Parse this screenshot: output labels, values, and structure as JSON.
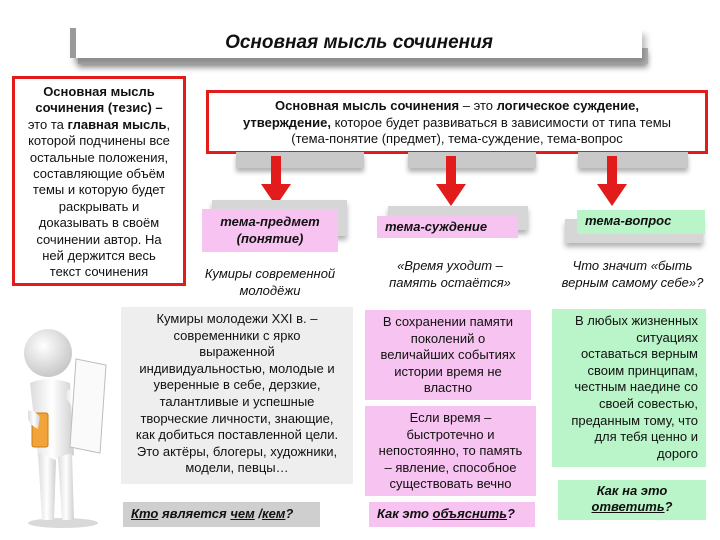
{
  "title": "Основная мысль сочинения",
  "thesis": {
    "lines": [
      {
        "text": "Основная мысль",
        "bold": true
      },
      {
        "text": "сочинения (тезис) –",
        "bold": true
      },
      {
        "pre": "это та ",
        "bold_part": "главная мысль",
        "post": ","
      },
      {
        "text": "которой подчинены все"
      },
      {
        "text": "остальные положения,"
      },
      {
        "text": "составляющие объём"
      },
      {
        "text": "темы и которую будет"
      },
      {
        "text": "раскрывать и"
      },
      {
        "text": "доказывать в своём"
      },
      {
        "text": "сочинении автор. На"
      },
      {
        "text": "ней держится весь"
      },
      {
        "text": "текст сочинения"
      }
    ]
  },
  "definition": {
    "line1_bold_a": "Основная мысль сочинения",
    "line1_normal": " – это ",
    "line1_bold_b": "логическое суждение,",
    "line2_bold": "утверждение,",
    "line2_normal": " которое будет развиваться в зависимости от типа темы",
    "line3": "(тема-понятие (предмет), тема-суждение, тема-вопрос"
  },
  "topics": {
    "subject": {
      "label_line1": "тема-предмет",
      "label_line2": "(понятие)",
      "example_line1": "Кумиры современной",
      "example_line2": "молодёжи"
    },
    "judgment": {
      "label": "тема-суждение",
      "example_line1": "«Время уходит –",
      "example_line2": "память остаётся»"
    },
    "question": {
      "label": "тема-вопрос",
      "example_line1": "Что значит «быть",
      "example_line2": "верным самому себе»?"
    }
  },
  "panels": {
    "idols": [
      "Кумиры молодежи XXI в. –",
      "современники с ярко",
      "выраженной",
      "индивидуальностью, молодые и",
      "уверенные в себе, дерзкие,",
      "талантливые и успешные",
      "творческие личности, знающие,",
      "как добиться поставленной цели.",
      "Это актёры, блогеры, художники,",
      "модели, певцы…"
    ],
    "memory": [
      "В сохранении памяти",
      "поколений о",
      "величайших событиях",
      "истории время не",
      "властно"
    ],
    "time": [
      "Если время –",
      "быстротечно и",
      "непостоянно, то память",
      "– явление, способное",
      "существовать вечно"
    ],
    "loyalty": [
      "В любых жизненных",
      "ситуациях",
      "оставаться верным",
      "своим принципам,",
      "честным наедине со",
      "своей совестью,",
      "преданным тому, что",
      "для тебя ценно и",
      "дорого"
    ]
  },
  "questions": {
    "who": {
      "w1": "Кто",
      "mid": " является ",
      "w2": "чем",
      "mid2": " /",
      "w3": "кем",
      "end": "?"
    },
    "how_explain": {
      "pre": "Как это ",
      "u": "объяснить",
      "end": "?"
    },
    "how_answer": {
      "line1": "Как на это",
      "u": "ответить",
      "end": "?"
    }
  },
  "colors": {
    "red": "#e21b1b",
    "pink": "#f7c3f0",
    "green": "#b9f5c8",
    "grey_panel": "#eeeeee"
  },
  "icons": [
    "down-arrow-icon",
    "thinking-person-with-paper-icon"
  ]
}
